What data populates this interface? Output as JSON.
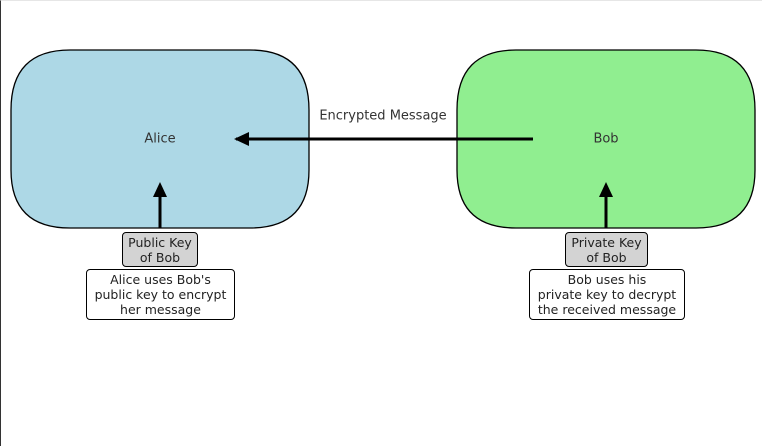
{
  "nodes": {
    "alice": {
      "label": "Alice",
      "color": "#add8e6"
    },
    "bob": {
      "label": "Bob",
      "color": "#90ee90"
    }
  },
  "edge": {
    "label": "Encrypted Message"
  },
  "alice_side": {
    "key_label": "Public Key\nof Bob",
    "note": "Alice uses Bob's\npublic key to encrypt\nher message"
  },
  "bob_side": {
    "key_label": "Private Key\nof Bob",
    "note": "Bob uses his\nprivate key to decrypt\nthe received message"
  },
  "colors": {
    "key_fill": "#d3d3d3",
    "stroke": "#000000"
  }
}
